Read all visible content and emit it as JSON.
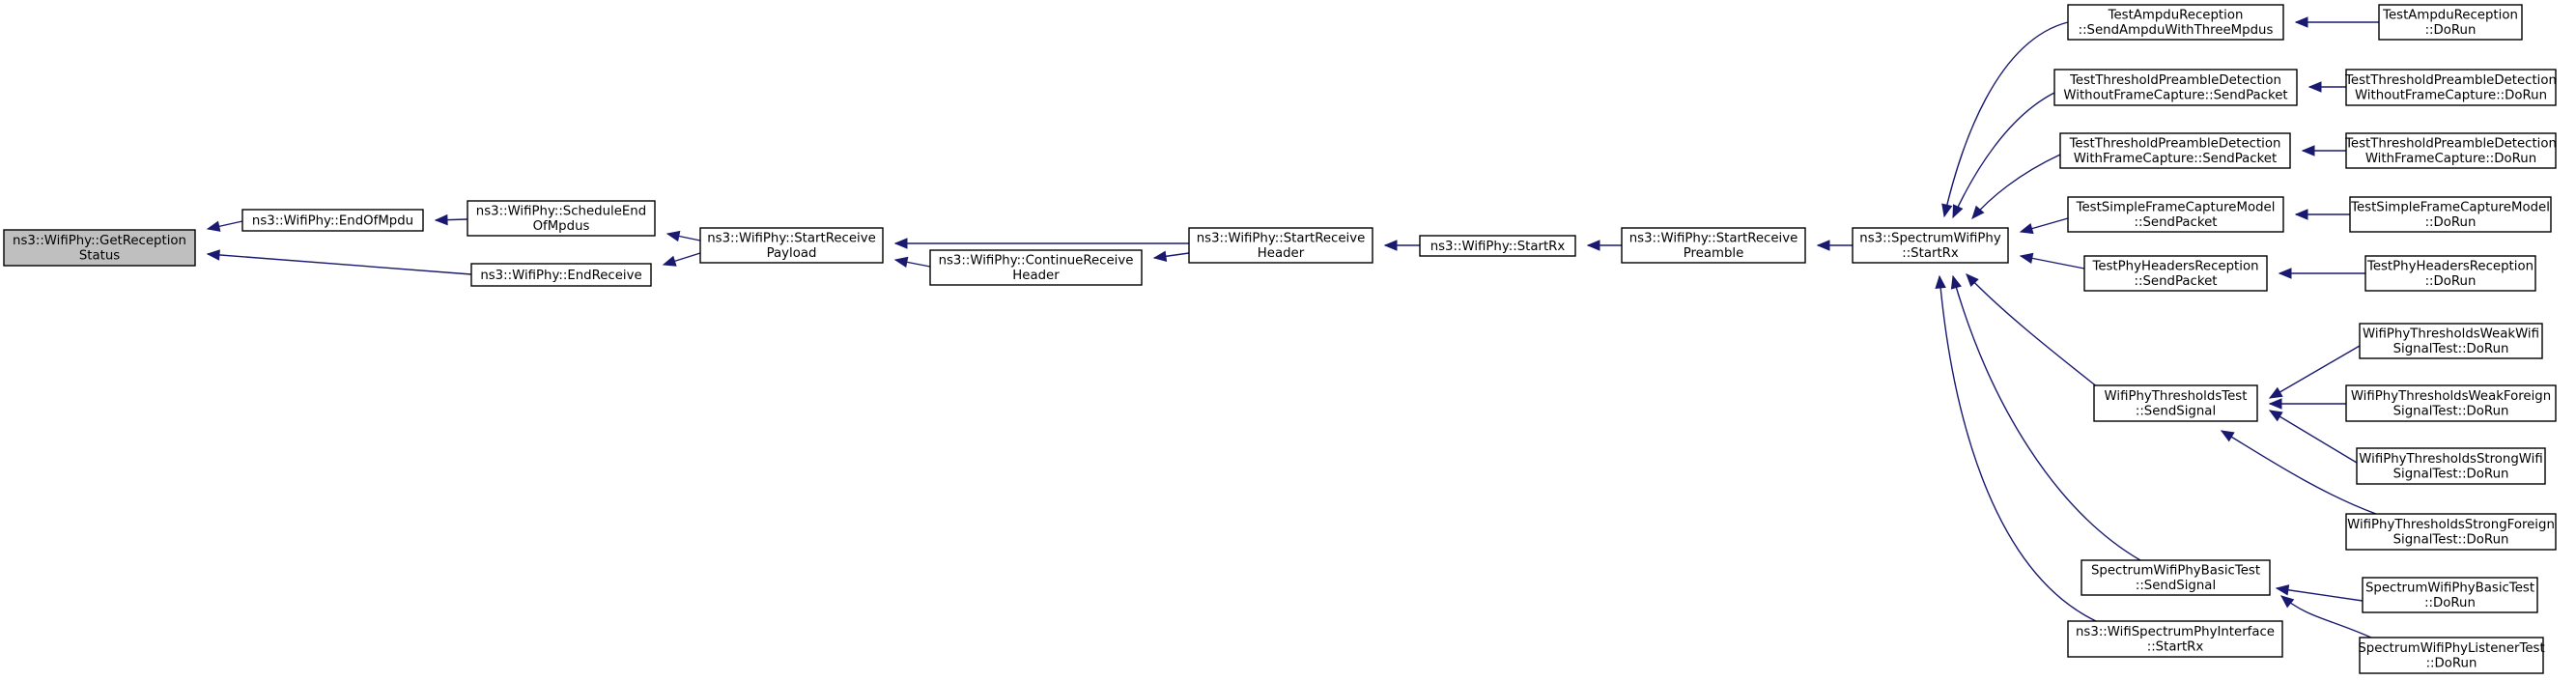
{
  "graph": {
    "direction": "right-to-left",
    "colors": {
      "edge": "#191970",
      "root_fill": "#bfbfbf",
      "node_fill": "#ffffff",
      "border": "#000000"
    },
    "nodes": [
      {
        "id": "root",
        "lines": [
          "ns3::WifiPhy::GetReception",
          "Status"
        ],
        "root": true
      },
      {
        "id": "endOfMpdu",
        "lines": [
          "ns3::WifiPhy::EndOfMpdu"
        ]
      },
      {
        "id": "endReceive",
        "lines": [
          "ns3::WifiPhy::EndReceive"
        ]
      },
      {
        "id": "scheduleEndOfMpdus",
        "lines": [
          "ns3::WifiPhy::ScheduleEnd",
          "OfMpdus"
        ]
      },
      {
        "id": "startReceivePayload",
        "lines": [
          "ns3::WifiPhy::StartReceive",
          "Payload"
        ]
      },
      {
        "id": "continueReceiveHeader",
        "lines": [
          "ns3::WifiPhy::ContinueReceive",
          "Header"
        ]
      },
      {
        "id": "startReceiveHeader",
        "lines": [
          "ns3::WifiPhy::StartReceive",
          "Header"
        ]
      },
      {
        "id": "startRx",
        "lines": [
          "ns3::WifiPhy::StartRx"
        ]
      },
      {
        "id": "startReceivePreamble",
        "lines": [
          "ns3::WifiPhy::StartReceive",
          "Preamble"
        ]
      },
      {
        "id": "spectrumStartRx",
        "lines": [
          "ns3::SpectrumWifiPhy",
          "::StartRx"
        ]
      },
      {
        "id": "ampduSend",
        "lines": [
          "TestAmpduReception",
          "::SendAmpduWithThreeMpdus"
        ]
      },
      {
        "id": "tpdWithoutSend",
        "lines": [
          "TestThresholdPreambleDetection",
          "WithoutFrameCapture::SendPacket"
        ]
      },
      {
        "id": "tpdWithSend",
        "lines": [
          "TestThresholdPreambleDetection",
          "WithFrameCapture::SendPacket"
        ]
      },
      {
        "id": "sfcmSend",
        "lines": [
          "TestSimpleFrameCaptureModel",
          "::SendPacket"
        ]
      },
      {
        "id": "phrSend",
        "lines": [
          "TestPhyHeadersReception",
          "::SendPacket"
        ]
      },
      {
        "id": "thrSend",
        "lines": [
          "WifiPhyThresholdsTest",
          "::SendSignal"
        ]
      },
      {
        "id": "basicSend",
        "lines": [
          "SpectrumWifiPhyBasicTest",
          "::SendSignal"
        ]
      },
      {
        "id": "ifaceStartRx",
        "lines": [
          "ns3::WifiSpectrumPhyInterface",
          "::StartRx"
        ]
      },
      {
        "id": "ampduRun",
        "lines": [
          "TestAmpduReception",
          "::DoRun"
        ]
      },
      {
        "id": "tpdWithoutRun",
        "lines": [
          "TestThresholdPreambleDetection",
          "WithoutFrameCapture::DoRun"
        ]
      },
      {
        "id": "tpdWithRun",
        "lines": [
          "TestThresholdPreambleDetection",
          "WithFrameCapture::DoRun"
        ]
      },
      {
        "id": "sfcmRun",
        "lines": [
          "TestSimpleFrameCaptureModel",
          "::DoRun"
        ]
      },
      {
        "id": "phrRun",
        "lines": [
          "TestPhyHeadersReception",
          "::DoRun"
        ]
      },
      {
        "id": "weakWifiRun",
        "lines": [
          "WifiPhyThresholdsWeakWifi",
          "SignalTest::DoRun"
        ]
      },
      {
        "id": "weakForeignRun",
        "lines": [
          "WifiPhyThresholdsWeakForeign",
          "SignalTest::DoRun"
        ]
      },
      {
        "id": "strongWifiRun",
        "lines": [
          "WifiPhyThresholdsStrongWifi",
          "SignalTest::DoRun"
        ]
      },
      {
        "id": "strongForeignRun",
        "lines": [
          "WifiPhyThresholdsStrongForeign",
          "SignalTest::DoRun"
        ]
      },
      {
        "id": "basicRun",
        "lines": [
          "SpectrumWifiPhyBasicTest",
          "::DoRun"
        ]
      },
      {
        "id": "listenerRun",
        "lines": [
          "SpectrumWifiPhyListenerTest",
          "::DoRun"
        ]
      }
    ],
    "edges": [
      {
        "from": "endOfMpdu",
        "to": "root"
      },
      {
        "from": "endReceive",
        "to": "root"
      },
      {
        "from": "scheduleEndOfMpdus",
        "to": "endOfMpdu"
      },
      {
        "from": "startReceivePayload",
        "to": "scheduleEndOfMpdus"
      },
      {
        "from": "startReceivePayload",
        "to": "endReceive"
      },
      {
        "from": "continueReceiveHeader",
        "to": "startReceivePayload"
      },
      {
        "from": "startReceiveHeader",
        "to": "startReceivePayload"
      },
      {
        "from": "startReceiveHeader",
        "to": "continueReceiveHeader"
      },
      {
        "from": "startRx",
        "to": "startReceiveHeader"
      },
      {
        "from": "startReceivePreamble",
        "to": "startRx"
      },
      {
        "from": "spectrumStartRx",
        "to": "startReceivePreamble"
      },
      {
        "from": "ampduSend",
        "to": "spectrumStartRx"
      },
      {
        "from": "tpdWithoutSend",
        "to": "spectrumStartRx"
      },
      {
        "from": "tpdWithSend",
        "to": "spectrumStartRx"
      },
      {
        "from": "sfcmSend",
        "to": "spectrumStartRx"
      },
      {
        "from": "phrSend",
        "to": "spectrumStartRx"
      },
      {
        "from": "thrSend",
        "to": "spectrumStartRx"
      },
      {
        "from": "basicSend",
        "to": "spectrumStartRx"
      },
      {
        "from": "ifaceStartRx",
        "to": "spectrumStartRx"
      },
      {
        "from": "ampduRun",
        "to": "ampduSend"
      },
      {
        "from": "tpdWithoutRun",
        "to": "tpdWithoutSend"
      },
      {
        "from": "tpdWithRun",
        "to": "tpdWithSend"
      },
      {
        "from": "sfcmRun",
        "to": "sfcmSend"
      },
      {
        "from": "phrRun",
        "to": "phrSend"
      },
      {
        "from": "weakWifiRun",
        "to": "thrSend"
      },
      {
        "from": "weakForeignRun",
        "to": "thrSend"
      },
      {
        "from": "strongWifiRun",
        "to": "thrSend"
      },
      {
        "from": "strongForeignRun",
        "to": "thrSend"
      },
      {
        "from": "basicRun",
        "to": "basicSend"
      },
      {
        "from": "listenerRun",
        "to": "basicSend"
      }
    ]
  }
}
